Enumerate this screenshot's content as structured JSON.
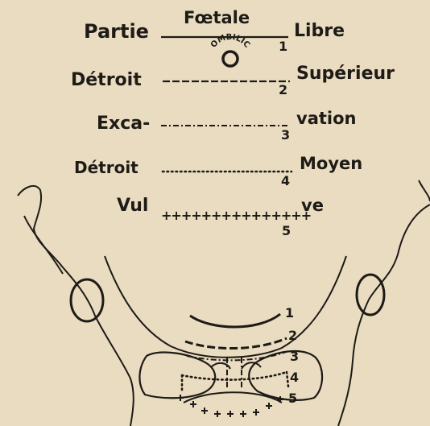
{
  "rows": [
    {
      "left": "Partie",
      "mid": "Fœtale",
      "right": "Libre",
      "num": "1"
    },
    {
      "left": "Détroit",
      "right": "Supérieur",
      "num": "2"
    },
    {
      "left": "Exca-",
      "right": "vation",
      "num": "3"
    },
    {
      "left": "Détroit",
      "right": "Moyen",
      "num": "4"
    },
    {
      "left": "Vul",
      "right": "ve",
      "num": "5"
    }
  ],
  "ombilic_label": "OMBILIC",
  "pelvis_numbers": [
    "1",
    "2",
    "3",
    "4",
    "5"
  ],
  "colors": {
    "paper": "#e9dcc0",
    "ink": "#1e1b17"
  }
}
